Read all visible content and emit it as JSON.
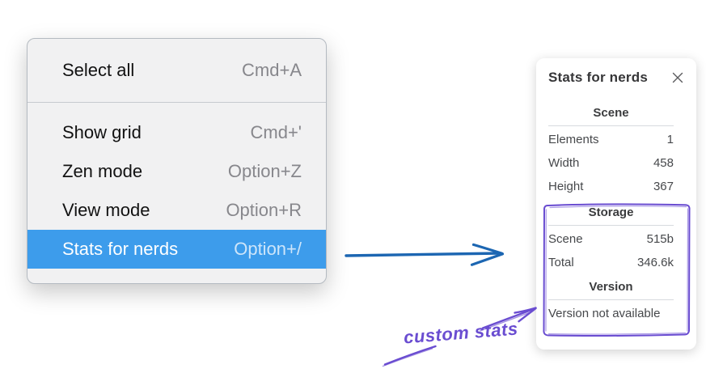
{
  "context_menu": {
    "items": [
      {
        "label": "Select all",
        "shortcut": "Cmd+A"
      },
      {
        "label": "Show grid",
        "shortcut": "Cmd+'"
      },
      {
        "label": "Zen mode",
        "shortcut": "Option+Z"
      },
      {
        "label": "View mode",
        "shortcut": "Option+R"
      },
      {
        "label": "Stats for nerds",
        "shortcut": "Option+/"
      }
    ],
    "selected_item": "Stats for nerds"
  },
  "stats_panel": {
    "title": "Stats for nerds",
    "sections": [
      {
        "heading": "Scene",
        "rows": [
          {
            "label": "Elements",
            "value": "1"
          },
          {
            "label": "Width",
            "value": "458"
          },
          {
            "label": "Height",
            "value": "367"
          }
        ]
      },
      {
        "heading": "Storage",
        "rows": [
          {
            "label": "Scene",
            "value": "515b"
          },
          {
            "label": "Total",
            "value": "346.6k"
          }
        ]
      },
      {
        "heading": "Version",
        "note": "Version not available"
      }
    ]
  },
  "annotation": {
    "label": "custom stats"
  },
  "colors": {
    "selection_blue": "#3d9ceb",
    "arrow_blue": "#1c66b2",
    "annotation_purple": "#6a4dd1",
    "menu_background": "#f1f1f2"
  }
}
